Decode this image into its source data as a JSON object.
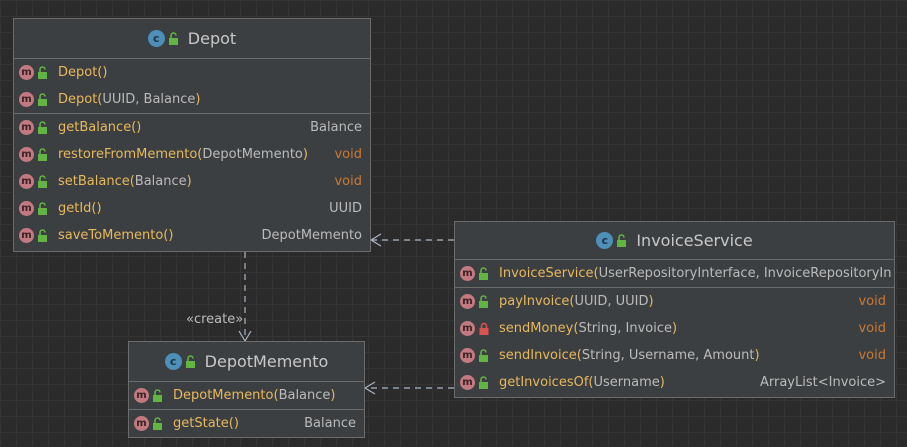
{
  "classes": {
    "depot": {
      "name": "Depot",
      "constructors": [
        {
          "name": "Depot()",
          "params": "",
          "returns": ""
        },
        {
          "name": "Depot(",
          "params": "UUID, Balance",
          "close": ")",
          "returns": ""
        }
      ],
      "methods": [
        {
          "name": "getBalance()",
          "params": "",
          "close": "",
          "returns": "Balance"
        },
        {
          "name": "restoreFromMemento(",
          "params": "DepotMemento",
          "close": ")",
          "returns": "void"
        },
        {
          "name": "setBalance(",
          "params": "Balance",
          "close": ")",
          "returns": "void"
        },
        {
          "name": "getId()",
          "params": "",
          "close": "",
          "returns": "UUID"
        },
        {
          "name": "saveToMemento()",
          "params": "",
          "close": "",
          "returns": "DepotMemento"
        }
      ]
    },
    "invoice_service": {
      "name": "InvoiceService",
      "constructors": [
        {
          "name": "InvoiceService(",
          "params": "UserRepositoryInterface, InvoiceRepositoryIn",
          "returns": ""
        }
      ],
      "methods": [
        {
          "name": "payInvoice(",
          "params": "UUID, UUID",
          "close": ")",
          "returns": "void",
          "private": false
        },
        {
          "name": "sendMoney(",
          "params": "String, Invoice",
          "close": ")",
          "returns": "void",
          "private": true
        },
        {
          "name": "sendInvoice(",
          "params": "String, Username, Amount",
          "close": ")",
          "returns": "void",
          "private": false
        },
        {
          "name": "getInvoicesOf(",
          "params": "Username",
          "close": ")",
          "returns": "ArrayList<Invoice>",
          "private": false
        }
      ]
    },
    "depot_memento": {
      "name": "DepotMemento",
      "constructors": [
        {
          "name": "DepotMemento(",
          "params": "Balance",
          "close": ")",
          "returns": ""
        }
      ],
      "methods": [
        {
          "name": "getState()",
          "params": "",
          "close": "",
          "returns": "Balance"
        }
      ]
    }
  },
  "relations": {
    "create_label": "«create»"
  },
  "icons": {
    "class_glyph": "c",
    "method_glyph": "m"
  },
  "colors": {
    "background": "#2b2b2b",
    "box": "#3c3f41",
    "method_name": "#e8b85c",
    "void": "#cc7832",
    "method_icon": "#c27a80",
    "class_icon": "#4d8fb8",
    "public_lock": "#62b543",
    "private_lock": "#d9534f",
    "arrow": "#a9b7c6"
  }
}
